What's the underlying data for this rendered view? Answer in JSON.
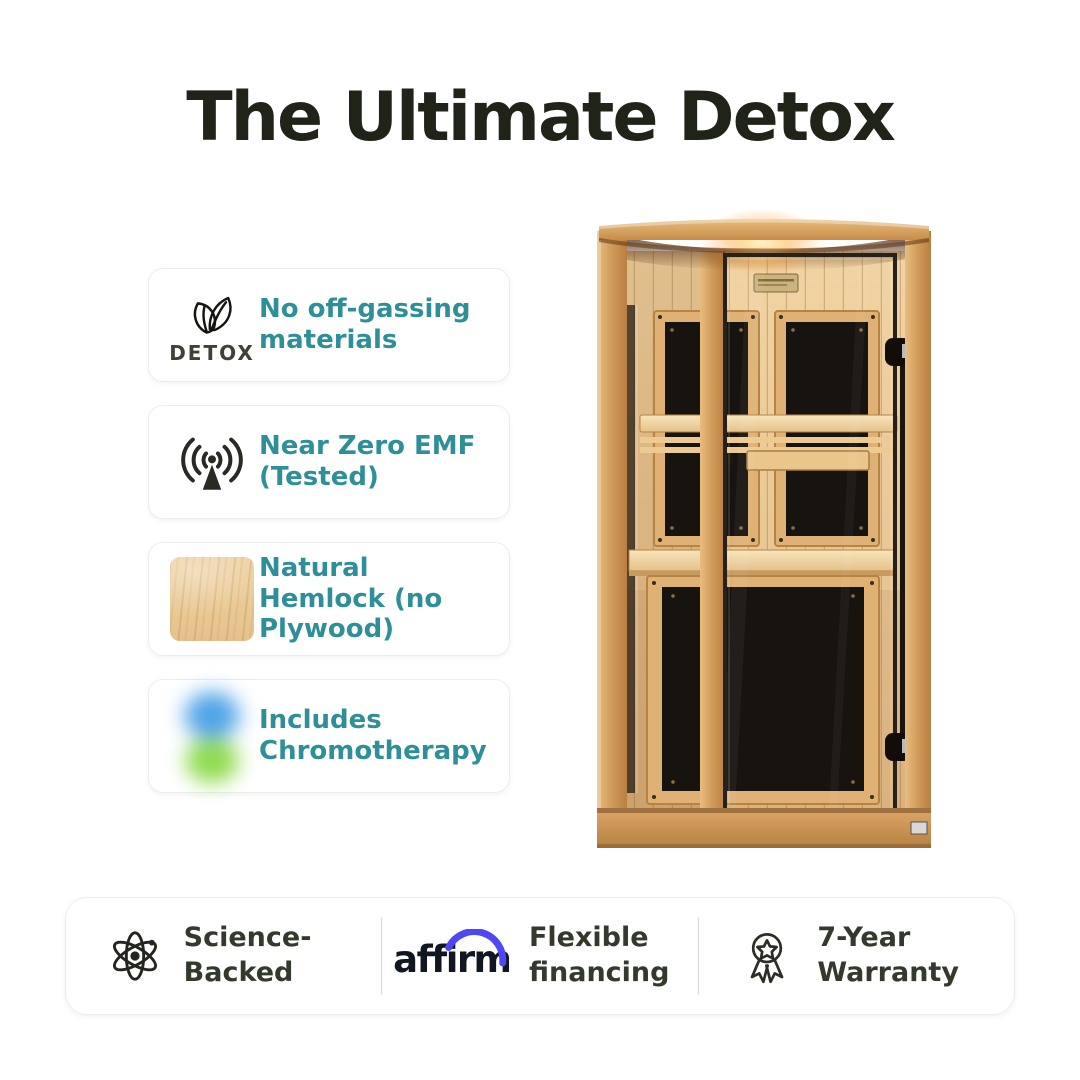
{
  "title": "The Ultimate Detox",
  "colors": {
    "accent_teal": "#2f8f98",
    "title_text": "#1f2318",
    "body_text": "#333a2c",
    "detox_badge_text": "#3d4136",
    "affirm_blue": "#4f46f5",
    "card_background": "#ffffff",
    "page_background": "#ffffff"
  },
  "feature_cards": [
    {
      "icon": "detox-leaves-icon",
      "badge": "DETOX",
      "text": "No off-gassing materials"
    },
    {
      "icon": "emf-antenna-icon",
      "text": "Near Zero EMF (Tested)"
    },
    {
      "icon": "hemlock-wood-swatch",
      "text": "Natural Hemlock (no Plywood)"
    },
    {
      "icon": "chromotherapy-glow",
      "text": "Includes Chromotherapy"
    }
  ],
  "product_image": {
    "alt": "Wooden infrared sauna with glass door, interior light and black heater panels"
  },
  "bottom_bar": {
    "items": [
      {
        "icon": "atom-icon",
        "text": "Science-Backed"
      },
      {
        "icon": "affirm-logo",
        "logo_text": "affirm",
        "text": "Flexible financing"
      },
      {
        "icon": "award-ribbon-icon",
        "text": "7-Year Warranty"
      }
    ]
  }
}
